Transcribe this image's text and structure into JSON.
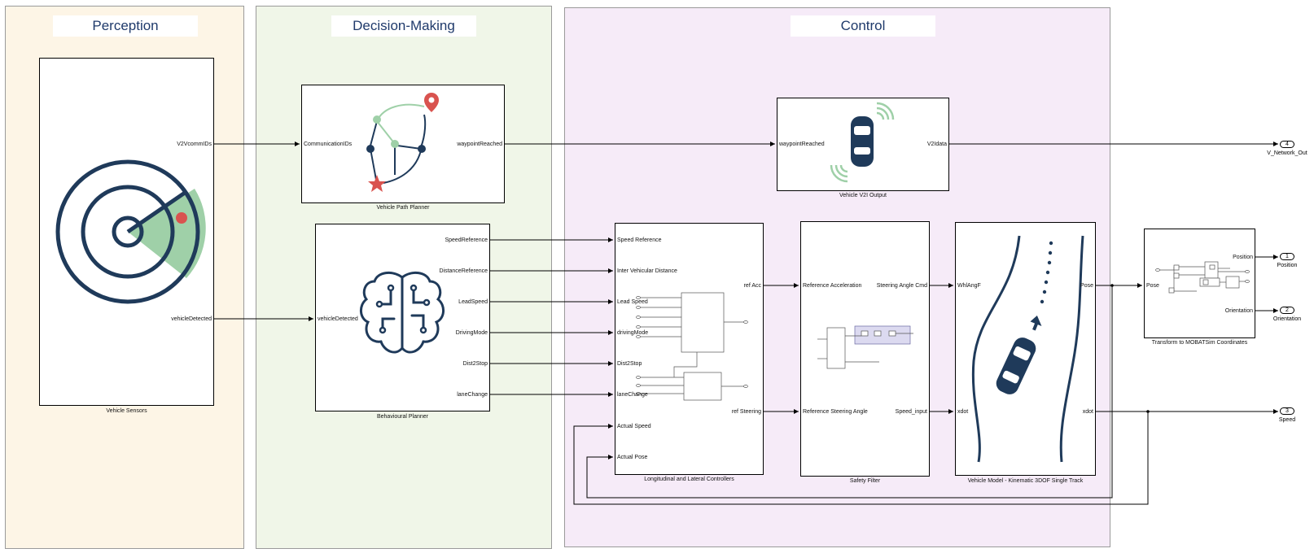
{
  "areas": {
    "perception": {
      "title": "Perception",
      "color": "#fdf5e6"
    },
    "decision": {
      "title": "Decision-Making",
      "color": "#f0f6e8"
    },
    "control": {
      "title": "Control",
      "color": "#f6ebf8"
    }
  },
  "blocks": {
    "sensors": {
      "name": "Vehicle Sensors",
      "ports_out": [
        "V2VcommIDs",
        "vehicleDetected"
      ]
    },
    "path_planner": {
      "name": "Vehicle Path Planner",
      "ports_in": [
        "CommunicationIDs"
      ],
      "ports_out": [
        "waypointReached"
      ]
    },
    "behav_planner": {
      "name": "Behavioural Planner",
      "ports_in": [
        "vehicleDetected"
      ],
      "ports_out": [
        "SpeedReference",
        "DistanceReference",
        "LeadSpeed",
        "DrivingMode",
        "Dist2Stop",
        "laneChange"
      ]
    },
    "v2i": {
      "name": "Vehicle V2I Output",
      "ports_in": [
        "waypointReached"
      ],
      "ports_out": [
        "V2Idata"
      ]
    },
    "controllers": {
      "name": "Longitudinal and Lateral Controllers",
      "ports_in": [
        "Speed Reference",
        "Inter Vehicular Distance",
        "Lead Speed",
        "drivingMode",
        "Dist2Stop",
        "laneChange",
        "Actual Speed",
        "Actual Pose"
      ],
      "ports_out": [
        "ref Acc",
        "ref Steering"
      ]
    },
    "safety": {
      "name": "Safety Filter",
      "ports_in": [
        "Reference Acceleration",
        "Reference Steering Angle"
      ],
      "ports_out": [
        "Steering Angle Cmd",
        "Speed_input"
      ]
    },
    "vehicle_model": {
      "name": "Vehicle Model - Kinematic 3DOF Single Track",
      "ports_in": [
        "WhlAngF",
        "xdot"
      ],
      "ports_out": [
        "Pose",
        "xdot"
      ]
    },
    "transform": {
      "name": "Transform to MOBATSim Coordinates",
      "ports_in": [
        "Pose"
      ],
      "ports_out": [
        "Position",
        "Orientation"
      ]
    }
  },
  "outports": [
    {
      "num": "4",
      "name": "V_Network_Out"
    },
    {
      "num": "1",
      "name": "Position"
    },
    {
      "num": "2",
      "name": "Orientation"
    },
    {
      "num": "3",
      "name": "Speed"
    }
  ],
  "colors": {
    "icon_navy": "#1f3a5a",
    "accent_green": "#9fd0a8",
    "accent_red": "#d9534f"
  }
}
